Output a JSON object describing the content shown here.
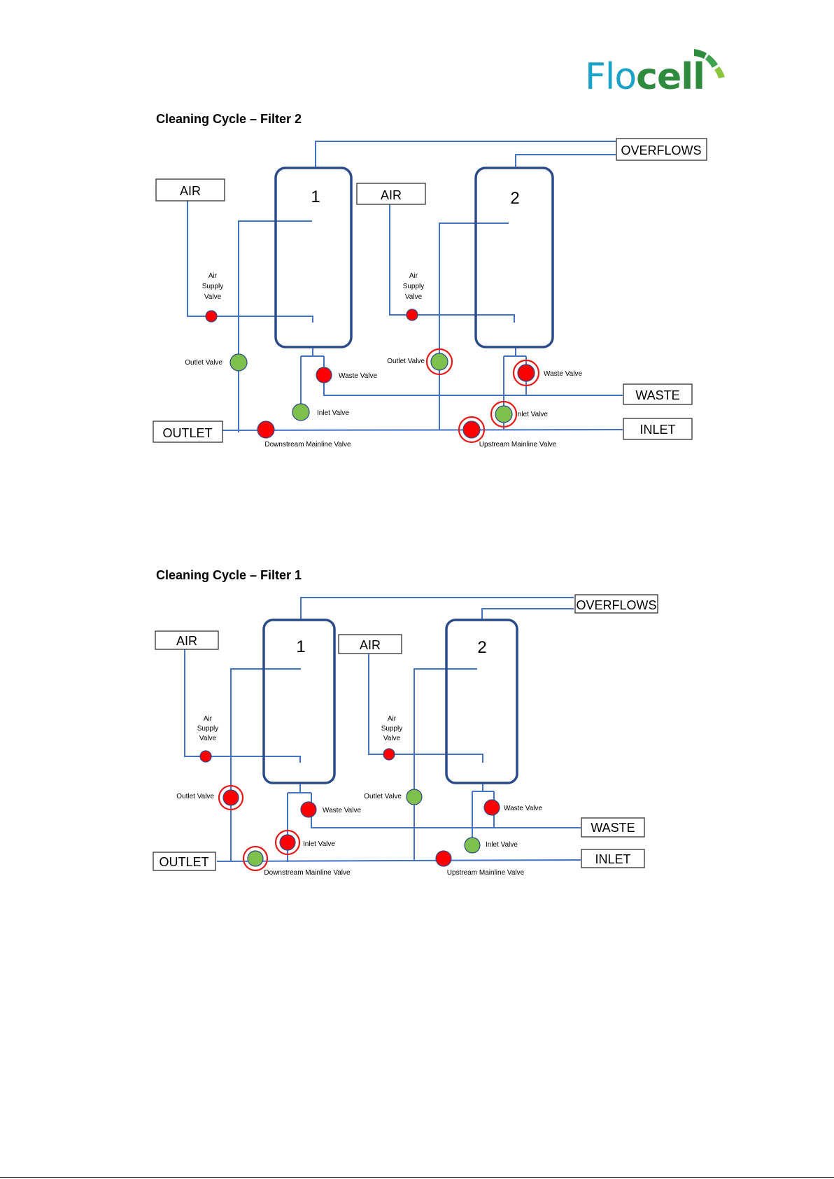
{
  "logo": {
    "text_part1": "Flo",
    "text_part2": "cell",
    "colors": {
      "flo": "#1aa3c9",
      "cell": "#2e8b3e",
      "arcs": [
        "#2e8b3e",
        "#3fa34d",
        "#8cc63f"
      ]
    }
  },
  "colors": {
    "pipe": "#4472c4",
    "tank": "#2b4a8a",
    "valve_closed": "#ff0000",
    "valve_open": "#7ec04c",
    "changed_ring": "#e81818"
  },
  "diagrams": [
    {
      "title": "Cleaning Cycle – Filter 2",
      "boxes": {
        "overflows": "OVERFLOWS",
        "air_1": "AIR",
        "air_2": "AIR",
        "waste": "WASTE",
        "outlet": "OUTLET",
        "inlet": "INLET"
      },
      "tanks": [
        "1",
        "2"
      ],
      "labels": {
        "air_supply_1": [
          "Air",
          "Supply",
          "Valve"
        ],
        "air_supply_2": [
          "Air",
          "Supply",
          "Valve"
        ],
        "outlet_1": "Outlet Valve",
        "outlet_2": "Outlet Valve",
        "waste_1": "Waste Valve",
        "waste_2": "Waste Valve",
        "inlet_1": "Inlet Valve",
        "inlet_2": "Inlet Valve",
        "downstream": "Downstream Mainline Valve",
        "upstream": "Upstream Mainline Valve"
      },
      "valve_states": {
        "air_supply_1": "closed",
        "air_supply_2": "closed",
        "outlet_1": "open",
        "outlet_2": "open",
        "waste_1": "closed",
        "waste_2": "closed",
        "inlet_1": "open",
        "inlet_2": "open",
        "downstream": "closed",
        "upstream": "closed"
      },
      "highlighted": [
        "outlet_2",
        "waste_2",
        "inlet_2",
        "upstream"
      ]
    },
    {
      "title": "Cleaning Cycle – Filter 1",
      "boxes": {
        "overflows": "OVERFLOWS",
        "air_1": "AIR",
        "air_2": "AIR",
        "waste": "WASTE",
        "outlet": "OUTLET",
        "inlet": "INLET"
      },
      "tanks": [
        "1",
        "2"
      ],
      "labels": {
        "air_supply_1": [
          "Air",
          "Supply",
          "Valve"
        ],
        "air_supply_2": [
          "Air",
          "Supply",
          "Valve"
        ],
        "outlet_1": "Outlet Valve",
        "outlet_2": "Outlet Valve",
        "waste_1": "Waste Valve",
        "waste_2": "Waste Valve",
        "inlet_1": "Inlet Valve",
        "inlet_2": "Inlet Valve",
        "downstream": "Downstream Mainline Valve",
        "upstream": "Upstream Mainline Valve"
      },
      "valve_states": {
        "air_supply_1": "closed",
        "air_supply_2": "closed",
        "outlet_1": "closed",
        "outlet_2": "open",
        "waste_1": "closed",
        "waste_2": "closed",
        "inlet_1": "closed",
        "inlet_2": "open",
        "downstream": "open",
        "upstream": "closed"
      },
      "highlighted": [
        "outlet_1",
        "inlet_1",
        "downstream"
      ]
    }
  ]
}
